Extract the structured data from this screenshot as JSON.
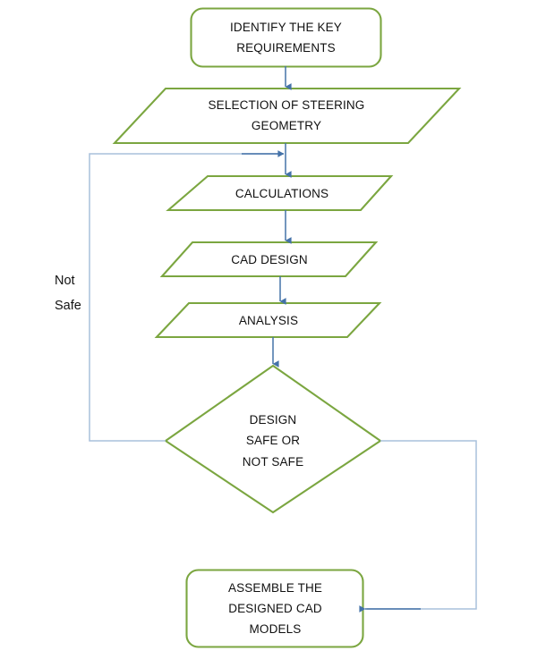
{
  "diagram": {
    "title": "Steering system design flowchart",
    "colors": {
      "shape_stroke": "#7BA640",
      "connector": "#4E7CB5",
      "connector_light": "#A8C0DC",
      "text": "#111111",
      "background": "#FFFFFF"
    },
    "nodes": [
      {
        "id": "identify-key-requirements",
        "shape": "rounded-rectangle",
        "lines": [
          "IDENTIFY THE KEY",
          "REQUIREMENTS"
        ]
      },
      {
        "id": "selection-of-steering-geometry",
        "shape": "parallelogram",
        "lines": [
          "SELECTION OF STEERING",
          "GEOMETRY"
        ]
      },
      {
        "id": "calculations",
        "shape": "parallelogram",
        "lines": [
          "CALCULATIONS"
        ]
      },
      {
        "id": "cad-design",
        "shape": "parallelogram",
        "lines": [
          "CAD DESIGN"
        ]
      },
      {
        "id": "analysis",
        "shape": "parallelogram",
        "lines": [
          "ANALYSIS"
        ]
      },
      {
        "id": "design-safe-or-not-safe",
        "shape": "diamond",
        "lines": [
          "DESIGN",
          "SAFE OR",
          "NOT SAFE"
        ]
      },
      {
        "id": "assemble-designed-cad-models",
        "shape": "rounded-rectangle",
        "lines": [
          "ASSEMBLE THE",
          "DESIGNED CAD",
          "MODELS"
        ]
      }
    ],
    "edge_labels": [
      {
        "id": "not-safe",
        "lines": [
          "Not",
          "Safe"
        ]
      }
    ]
  },
  "text": {
    "identify": {
      "line1": "IDENTIFY THE KEY",
      "line2": "REQUIREMENTS"
    },
    "selection": {
      "line1": "SELECTION OF STEERING",
      "line2": "GEOMETRY"
    },
    "calculations": {
      "line1": "CALCULATIONS"
    },
    "cad_design": {
      "line1": "CAD DESIGN"
    },
    "analysis": {
      "line1": "ANALYSIS"
    },
    "decision": {
      "line1": "DESIGN",
      "line2": "SAFE OR",
      "line3": "NOT SAFE"
    },
    "assemble": {
      "line1": "ASSEMBLE THE",
      "line2": "DESIGNED CAD",
      "line3": "MODELS"
    },
    "not_safe_label": {
      "line1": "Not",
      "line2": "Safe"
    }
  }
}
